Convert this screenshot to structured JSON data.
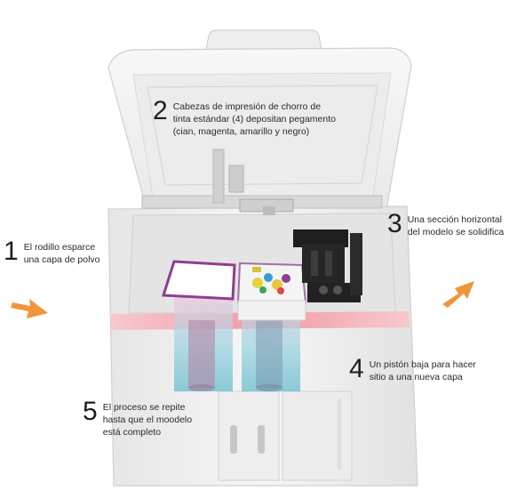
{
  "steps": [
    {
      "number": "1",
      "lines": [
        "El rodillo esparce",
        "una capa de polvo"
      ]
    },
    {
      "number": "2",
      "lines": [
        "Cabezas de impresión de chorro de",
        "tinta estándar (4) depositan pegamento",
        "(cian, magenta, amarillo y negro)"
      ]
    },
    {
      "number": "3",
      "lines": [
        "Una sección horizontal",
        "del modelo se solidifica"
      ]
    },
    {
      "number": "4",
      "lines": [
        "Un pistón baja para hacer",
        "sitio a una nueva capa"
      ]
    },
    {
      "number": "5",
      "lines": [
        "El proceso se repite",
        "hasta que el moodelo",
        "está completo"
      ]
    }
  ],
  "colors": {
    "arrow": "#f0953a",
    "accent_stripe": "#f2a0a8",
    "powder_frame": "#8e3e8f",
    "piston_tint": "#7fc8d8",
    "body": "#f1f1f1"
  },
  "icons": [
    "arrow-right-icon",
    "arrow-up-right-icon"
  ]
}
